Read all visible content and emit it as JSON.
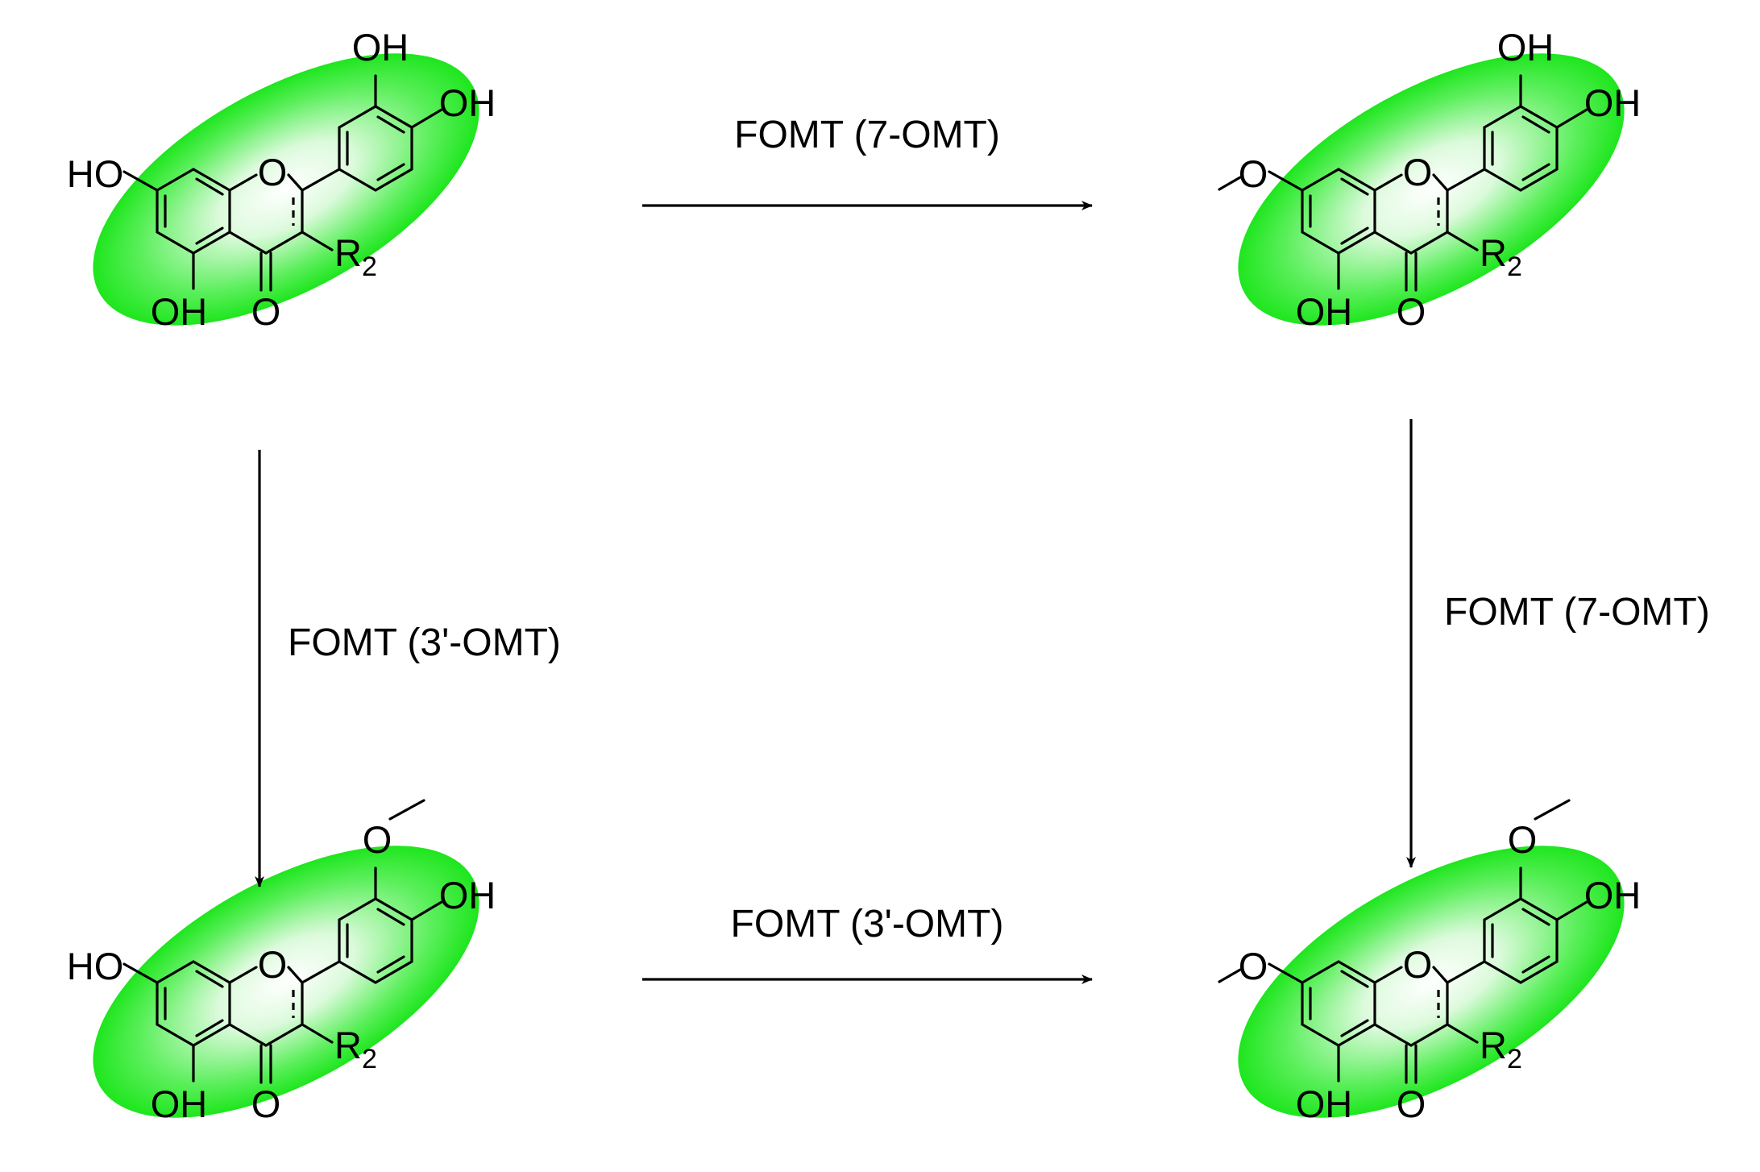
{
  "colors": {
    "highlight": "#1ee61e",
    "highlight_center": "#ffffff",
    "ink": "#000000"
  },
  "compounds": [
    {
      "id": "c1",
      "sub_7": "HO",
      "sub_4p": "OH",
      "sub_3p": "OH",
      "sub_5": "OH",
      "carbonyl_o": "O",
      "ring_o": "O",
      "r_label": "R",
      "r_subscript": "2"
    },
    {
      "id": "c2",
      "sub_4p": "OH",
      "sub_3p": "OH",
      "sub_5": "OH",
      "carbonyl_o": "O",
      "ring_o": "O",
      "ether_o": "O",
      "r_label": "R",
      "r_subscript": "2"
    },
    {
      "id": "c3",
      "sub_7": "HO",
      "sub_4p": "OH",
      "sub_5": "OH",
      "carbonyl_o": "O",
      "ring_o": "O",
      "ether_o_3p": "O",
      "r_label": "R",
      "r_subscript": "2"
    },
    {
      "id": "c4",
      "sub_4p": "OH",
      "sub_5": "OH",
      "carbonyl_o": "O",
      "ring_o": "O",
      "ether_o": "O",
      "ether_o_3p": "O",
      "r_label": "R",
      "r_subscript": "2"
    }
  ],
  "reactions": [
    {
      "id": "top",
      "from": "c1",
      "to": "c2",
      "label": "FOMT (7-OMT)"
    },
    {
      "id": "left",
      "from": "c1",
      "to": "c3",
      "label": "FOMT (3'-OMT)"
    },
    {
      "id": "right",
      "from": "c2",
      "to": "c4",
      "label": "FOMT (7-OMT)"
    },
    {
      "id": "bottom",
      "from": "c3",
      "to": "c4",
      "label": "FOMT (3'-OMT)"
    }
  ]
}
